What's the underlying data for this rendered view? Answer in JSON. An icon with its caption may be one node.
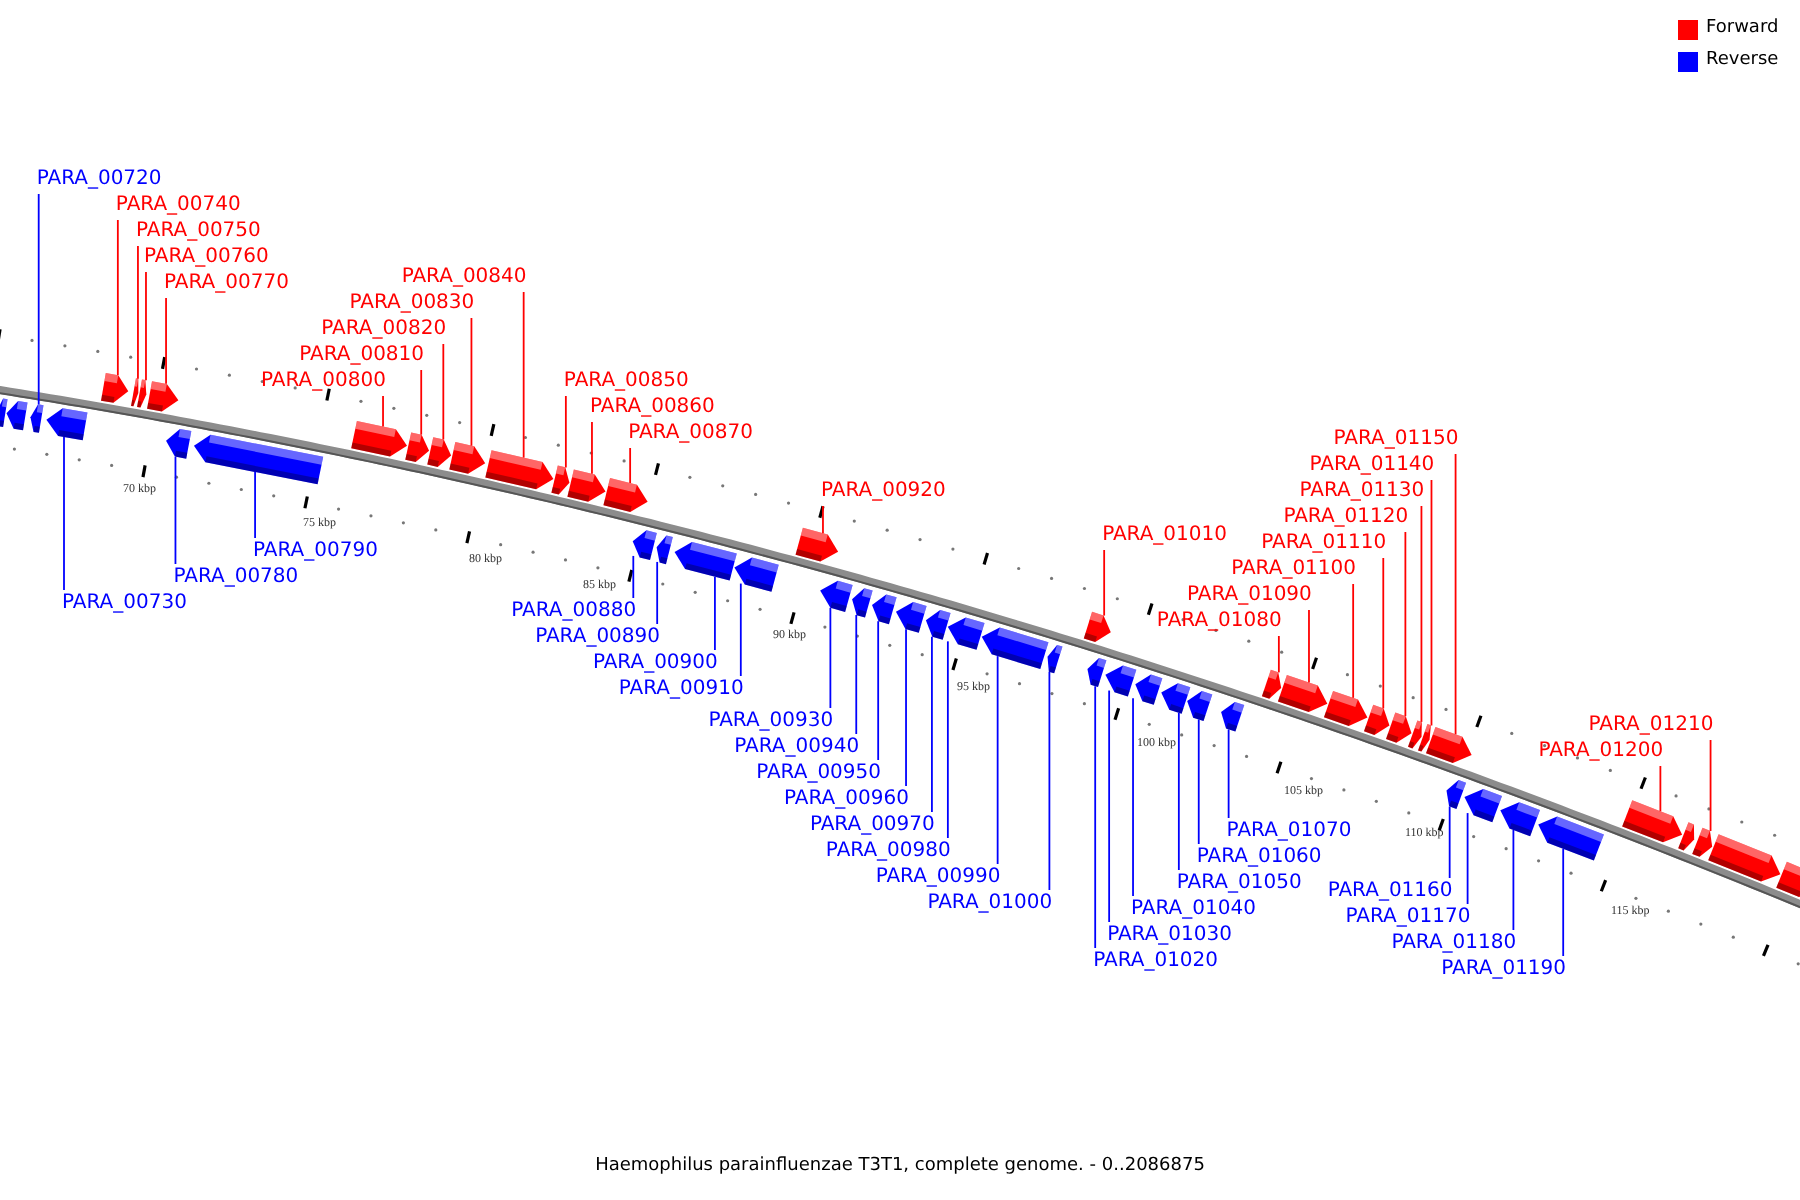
{
  "diagram": {
    "caption": "Haemophilus parainfluenzae T3T1, complete genome. - 0..2086875",
    "nodes": [
      {
        "text": [
          "PARA_00720"
        ]
      },
      {
        "text": [
          "PARA_00730"
        ]
      },
      {
        "text": [
          "PARA_00740"
        ]
      },
      {
        "text": [
          "PARA_00750"
        ]
      },
      {
        "text": [
          "PARA_00760"
        ]
      },
      {
        "text": [
          "PARA_00770"
        ]
      },
      {
        "text": [
          "PARA_00780"
        ]
      },
      {
        "text": [
          "PARA_00790"
        ]
      },
      {
        "text": [
          "PARA_00800"
        ]
      },
      {
        "text": [
          "PARA_00810"
        ]
      },
      {
        "text": [
          "PARA_00820"
        ]
      },
      {
        "text": [
          "PARA_00830"
        ]
      },
      {
        "text": [
          "PARA_00840"
        ]
      },
      {
        "text": [
          "PARA_00850"
        ]
      },
      {
        "text": [
          "PARA_00860"
        ]
      },
      {
        "text": [
          "PARA_00870"
        ]
      },
      {
        "text": [
          "PARA_00880"
        ]
      },
      {
        "text": [
          "PARA_00890"
        ]
      },
      {
        "text": [
          "PARA_00900"
        ]
      },
      {
        "text": [
          "PARA_00910"
        ]
      },
      {
        "text": [
          "PARA_00920"
        ]
      },
      {
        "text": [
          "PARA_00930"
        ]
      },
      {
        "text": [
          "PARA_00940"
        ]
      },
      {
        "text": [
          "PARA_00950"
        ]
      },
      {
        "text": [
          "PARA_00960"
        ]
      },
      {
        "text": [
          "PARA_00970"
        ]
      },
      {
        "text": [
          "PARA_00980"
        ]
      },
      {
        "text": [
          "PARA_00990"
        ]
      },
      {
        "text": [
          "PARA_01000"
        ]
      },
      {
        "text": [
          "PARA_01010"
        ]
      },
      {
        "text": [
          "PARA_01020"
        ]
      },
      {
        "text": [
          "PARA_01030"
        ]
      },
      {
        "text": [
          "PARA_01040"
        ]
      },
      {
        "text": [
          "PARA_01050"
        ]
      },
      {
        "text": [
          "PARA_01060"
        ]
      },
      {
        "text": [
          "PARA_01070"
        ]
      },
      {
        "text": [
          "PARA_01080"
        ]
      },
      {
        "text": [
          "PARA_01090"
        ]
      },
      {
        "text": [
          "PARA_01100"
        ]
      },
      {
        "text": [
          "PARA_01110"
        ]
      },
      {
        "text": [
          "PARA_01120"
        ]
      },
      {
        "text": [
          "PARA_01130"
        ]
      },
      {
        "text": [
          "PARA_01140"
        ]
      },
      {
        "text": [
          "PARA_01150"
        ]
      },
      {
        "text": [
          "PARA_01160"
        ]
      },
      {
        "text": [
          "PARA_01170"
        ]
      },
      {
        "text": [
          "PARA_01180"
        ]
      },
      {
        "text": [
          "PARA_01190"
        ]
      },
      {
        "text": [
          "PARA_01200"
        ]
      },
      {
        "text": [
          "PARA_01210"
        ]
      },
      {
        "text": [],
        "shape": "pentagon"
      },
      {
        "text": [],
        "shape": "pentagon"
      },
      {
        "text": [],
        "shape": "pentagon"
      },
      {
        "text": [],
        "shape": "pentagon"
      },
      {
        "text": [],
        "shape": "pentagon"
      },
      {
        "text": [],
        "shape": "pentagon"
      },
      {
        "text": [],
        "shape": "pentagon"
      },
      {
        "text": [],
        "shape": "pentagon"
      },
      {
        "text": [],
        "shape": "pentagon"
      },
      {
        "text": [],
        "shape": "pentagon"
      },
      {
        "text": [],
        "shape": "pentagon"
      },
      {
        "text": [],
        "shape": "pentagon"
      },
      {
        "text": [],
        "shape": "pentagon"
      },
      {
        "text": [],
        "shape": "pentagon"
      },
      {
        "text": [],
        "shape": "pentagon"
      },
      {
        "text": [],
        "shape": "pentagon"
      },
      {
        "text": [],
        "shape": "pentagon"
      },
      {
        "text": [],
        "shape": "pentagon"
      },
      {
        "text": [],
        "shape": "pentagon"
      },
      {
        "text": [],
        "shape": "pentagon"
      },
      {
        "text": [],
        "shape": "pentagon"
      },
      {
        "text": [],
        "shape": "pentagon"
      },
      {
        "text": [],
        "shape": "pentagon"
      },
      {
        "text": [],
        "shape": "pentagon"
      },
      {
        "text": [],
        "shape": "pentagon"
      },
      {
        "text": [],
        "shape": "pentagon"
      },
      {
        "text": [],
        "shape": "pentagon"
      },
      {
        "text": [],
        "shape": "pentagon"
      },
      {
        "text": [],
        "shape": "pentagon"
      },
      {
        "text": [],
        "shape": "pentagon"
      },
      {
        "text": [],
        "shape": "pentagon"
      },
      {
        "text": [],
        "shape": "pentagon"
      },
      {
        "text": [],
        "shape": "pentagon"
      },
      {
        "text": [],
        "shape": "pentagon"
      },
      {
        "text": [],
        "shape": "pentagon"
      },
      {
        "text": [],
        "shape": "pentagon"
      },
      {
        "text": [],
        "shape": "pentagon"
      },
      {
        "text": [],
        "shape": "pentagon"
      },
      {
        "text": [],
        "shape": "pentagon"
      },
      {
        "text": [],
        "shape": "pentagon"
      },
      {
        "text": [],
        "shape": "pentagon"
      },
      {
        "text": [],
        "shape": "pentagon"
      },
      {
        "text": [],
        "shape": "pentagon"
      },
      {
        "text": [],
        "shape": "pentagon"
      },
      {
        "text": [],
        "shape": "pentagon"
      },
      {
        "text": [],
        "shape": "pentagon"
      },
      {
        "text": [],
        "shape": "pentagon"
      },
      {
        "text": [],
        "shape": "pentagon"
      },
      {
        "text": [],
        "shape": "pentagon"
      },
      {
        "text": [],
        "shape": "pentagon"
      },
      {
        "text": [],
        "shape": "pentagon"
      },
      {
        "text": [],
        "shape": "pentagon"
      },
      {
        "text": [],
        "shape": "pentagon"
      },
      {
        "text": [],
        "shape": "pentagon"
      },
      {
        "text": [],
        "shape": "pentagon"
      }
    ],
    "edges": [
      {
        "from": 0,
        "to": 52,
        "arrow": "none"
      },
      {
        "from": 1,
        "to": 53,
        "arrow": "none"
      },
      {
        "from": 2,
        "to": 54,
        "arrow": "none",
        "color": "#ff0000"
      },
      {
        "from": 3,
        "to": 55,
        "arrow": "none",
        "color": "#ff0000"
      },
      {
        "from": 4,
        "to": 56,
        "arrow": "none",
        "color": "#ff0000"
      },
      {
        "from": 5,
        "to": 57,
        "arrow": "none",
        "color": "#ff0000"
      },
      {
        "from": 6,
        "to": 58,
        "arrow": "none"
      },
      {
        "from": 7,
        "to": 59,
        "arrow": "none"
      },
      {
        "from": 8,
        "to": 60,
        "arrow": "none",
        "color": "#ff0000"
      },
      {
        "from": 9,
        "to": 61,
        "arrow": "none",
        "color": "#ff0000"
      },
      {
        "from": 10,
        "to": 62,
        "arrow": "none",
        "color": "#ff0000"
      },
      {
        "from": 11,
        "to": 63,
        "arrow": "none",
        "color": "#ff0000"
      },
      {
        "from": 12,
        "to": 64,
        "arrow": "none",
        "color": "#ff0000"
      },
      {
        "from": 13,
        "to": 65,
        "arrow": "none",
        "color": "#ff0000"
      },
      {
        "from": 14,
        "to": 66,
        "arrow": "none",
        "color": "#ff0000"
      },
      {
        "from": 15,
        "to": 67,
        "arrow": "none",
        "color": "#ff0000"
      },
      {
        "from": 16,
        "to": 68,
        "arrow": "none"
      },
      {
        "from": 17,
        "to": 69,
        "arrow": "none"
      },
      {
        "from": 18,
        "to": 70,
        "arrow": "none"
      },
      {
        "from": 19,
        "to": 71,
        "arrow": "none"
      },
      {
        "from": 20,
        "to": 72,
        "arrow": "none",
        "color": "#ff0000"
      },
      {
        "from": 21,
        "to": 73,
        "arrow": "none"
      },
      {
        "from": 22,
        "to": 74,
        "arrow": "none"
      },
      {
        "from": 23,
        "to": 75,
        "arrow": "none"
      },
      {
        "from": 24,
        "to": 76,
        "arrow": "none"
      },
      {
        "from": 25,
        "to": 77,
        "arrow": "none"
      },
      {
        "from": 26,
        "to": 78,
        "arrow": "none"
      },
      {
        "from": 27,
        "to": 79,
        "arrow": "none"
      },
      {
        "from": 28,
        "to": 80,
        "arrow": "none"
      },
      {
        "from": 29,
        "to": 81,
        "arrow": "none",
        "color": "#ff0000"
      },
      {
        "from": 30,
        "to": 82,
        "arrow": "none"
      },
      {
        "from": 31,
        "to": 83,
        "arrow": "none"
      },
      {
        "from": 32,
        "to": 84,
        "arrow": "none"
      },
      {
        "from": 33,
        "to": 85,
        "arrow": "none"
      },
      {
        "from": 34,
        "to": 86,
        "arrow": "none"
      },
      {
        "from": 35,
        "to": 87,
        "arrow": "none"
      },
      {
        "from": 36,
        "to": 88,
        "arrow": "none",
        "color": "#ff0000"
      },
      {
        "from": 37,
        "to": 89,
        "arrow": "none",
        "color": "#ff0000"
      },
      {
        "from": 38,
        "to": 90,
        "arrow": "none",
        "color": "#ff0000"
      },
      {
        "from": 39,
        "to": 91,
        "arrow": "none",
        "color": "#ff0000"
      },
      {
        "from": 40,
        "to": 92,
        "arrow": "none",
        "color": "#ff0000"
      },
      {
        "from": 41,
        "to": 93,
        "arrow": "none",
        "color": "#ff0000"
      },
      {
        "from": 42,
        "to": 94,
        "arrow": "none",
        "color": "#ff0000"
      },
      {
        "from": 43,
        "to": 95,
        "arrow": "none",
        "color": "#ff0000"
      },
      {
        "from": 44,
        "to": 96,
        "arrow": "none"
      },
      {
        "from": 45,
        "to": 97,
        "arrow": "none"
      },
      {
        "from": 46,
        "to": 98,
        "arrow": "none"
      },
      {
        "from": 47,
        "to": 99,
        "arrow": "none"
      },
      {
        "from": 48,
        "to": 100,
        "arrow": "none",
        "color": "#ff0000"
      },
      {
        "from": 49,
        "to": 102,
        "arrow": "none",
        "color": "#ff0000"
      }
    ],
    "labels": [
      "70 kbp",
      "75 kbp",
      "80 kbp",
      "85 kbp",
      "90 kbp",
      "95 kbp",
      "100 kbp",
      "105 kbp",
      "110 kbp",
      "115 kbp"
    ],
    "legend": [
      {
        "text": "Forward",
        "color": "#ff0000"
      },
      {
        "text": "Reverse",
        "color": "#0000ff"
      }
    ]
  }
}
